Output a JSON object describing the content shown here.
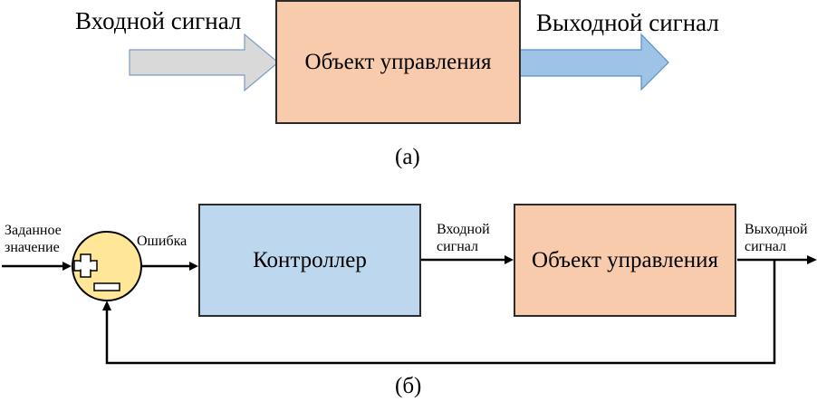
{
  "part_a": {
    "input_label": "Входной сигнал",
    "output_label": "Выходной сигнал",
    "plant_label": "Объект управления",
    "caption": "(а)"
  },
  "part_b": {
    "setpoint_label_line1": "Заданное",
    "setpoint_label_line2": "значение",
    "error_label": "Ошибка",
    "controller_label": "Контроллер",
    "input_label_line1": "Входной",
    "input_label_line2": "сигнал",
    "plant_label": "Объект управления",
    "output_label_line1": "Выходной",
    "output_label_line2": "сигнал",
    "plus_sign": "+",
    "minus_sign": "−",
    "caption": "(б)"
  },
  "colors": {
    "plant_fill": "#f8cbad",
    "controller_fill": "#bdd7ee",
    "summing_fill": "#ffe699",
    "input_arrow_fill": "#d9d9d9",
    "output_arrow_fill": "#9dc3e6"
  }
}
